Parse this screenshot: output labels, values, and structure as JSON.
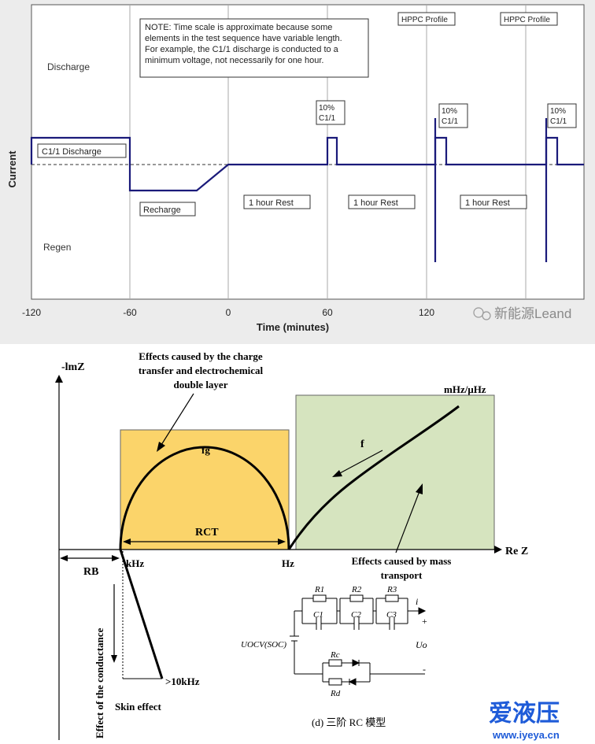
{
  "top_chart": {
    "y_axis_label": "Current",
    "x_axis_label": "Time (minutes)",
    "x_ticks": [
      "-120",
      "-60",
      "0",
      "60",
      "120"
    ],
    "region_discharge": "Discharge",
    "region_regen": "Regen",
    "note_lines": [
      "NOTE: Time scale is approximate because some",
      "elements in the test sequence have variable length.",
      "For example, the C1/1 discharge is conducted to a",
      "minimum voltage, not necessarily for one hour."
    ],
    "segment_labels": {
      "discharge": "C1/1 Discharge",
      "recharge": "Recharge",
      "rest1": "1 hour Rest",
      "rest2": "1 hour Rest",
      "rest3": "1 hour Rest"
    },
    "pulse_labels": [
      {
        "line1": "10%",
        "line2": "C1/1"
      },
      {
        "line1": "10%",
        "line2": "C1/1"
      },
      {
        "line1": "10%",
        "line2": "C1/1"
      }
    ],
    "hppc_labels": [
      "HPPC Profile",
      "HPPC Profile"
    ],
    "line_color": "#1a1a7a"
  },
  "watermark_top": "新能源Leand",
  "impedance": {
    "y_axis_label": "-lmZ",
    "x_axis_label": "Re Z",
    "charge_transfer_lines": [
      "Effects caused by the charge",
      "transfer and electrochemical",
      "double layer"
    ],
    "mass_transport_lines": [
      "Effects caused by mass",
      "transport"
    ],
    "fg_label": "fg",
    "f_label": "f",
    "rct_label": "RCT",
    "rb_label": "RB",
    "khz_label": "kHz",
    "hz_label": "Hz",
    "mhz_label": "mHz/μHz",
    "gt10khz_label": ">10kHz",
    "skin_effect_label": "Skin effect",
    "conductance_label": "Effect of the conductance",
    "box_yellow": "#fbd46a",
    "box_green": "#d6e4bf"
  },
  "circuit": {
    "r1": "R1",
    "r2": "R2",
    "r3": "R3",
    "c1": "C1",
    "c2": "C2",
    "c3": "C3",
    "rc": "Rc",
    "rd": "Rd",
    "uocv": "UOCV(SOC)",
    "current": "i",
    "plus": "+",
    "minus": "-",
    "uo": "Uo",
    "caption": "(d)  三阶 RC 模型"
  },
  "logo": {
    "text": "爱液压",
    "url_text": "www.iyeya.cn",
    "color": "#1e5bd8"
  }
}
